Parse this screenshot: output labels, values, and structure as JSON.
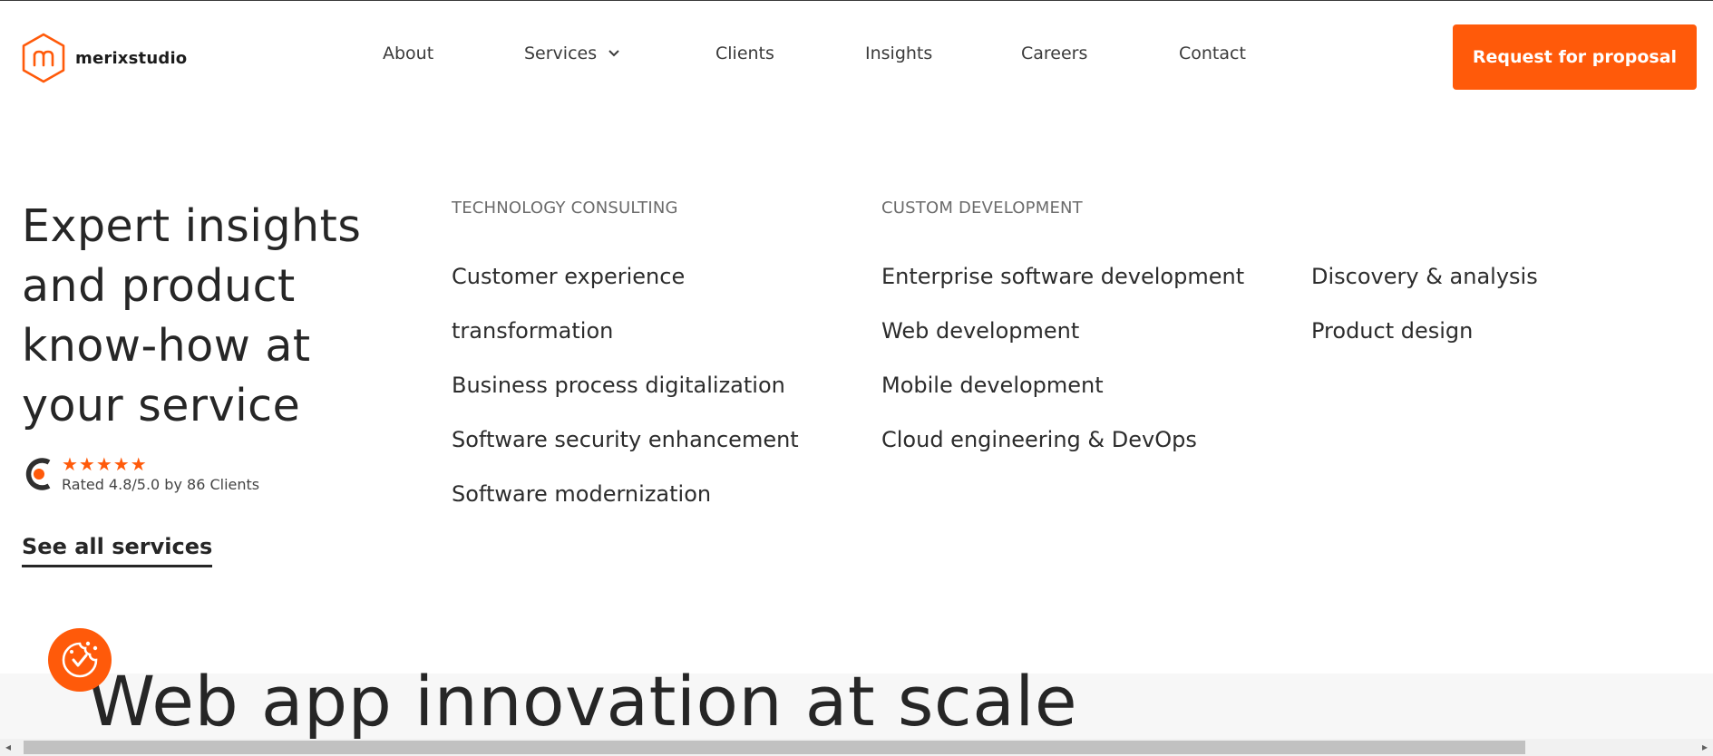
{
  "brand": {
    "name": "merixstudio",
    "accent": "#ff5a0a"
  },
  "nav": {
    "items": [
      {
        "label": "About"
      },
      {
        "label": "Services"
      },
      {
        "label": "Clients"
      },
      {
        "label": "Insights"
      },
      {
        "label": "Careers"
      },
      {
        "label": "Contact"
      }
    ],
    "cta_label": "Request for proposal"
  },
  "menu": {
    "intro_title": "Expert insights and product know-how at your service",
    "rating": {
      "stars": "★★★★★",
      "text": "Rated 4.8/5.0 by 86 Clients"
    },
    "see_all": "See all services",
    "columns": [
      {
        "heading": "TECHNOLOGY CONSULTING",
        "links": [
          "Customer experience transformation",
          "Business process digitalization",
          "Software security enhancement",
          "Software modernization"
        ]
      },
      {
        "heading": "CUSTOM DEVELOPMENT",
        "links": [
          "Enterprise software development",
          "Web development",
          "Mobile development",
          "Cloud engineering & DevOps"
        ]
      },
      {
        "heading": "",
        "links": [
          "Discovery & analysis",
          "Product design"
        ]
      }
    ]
  },
  "hero": {
    "title": "Web app innovation at scale"
  },
  "scrollbar": {
    "left_arrow": "◂",
    "right_arrow": "▸"
  }
}
